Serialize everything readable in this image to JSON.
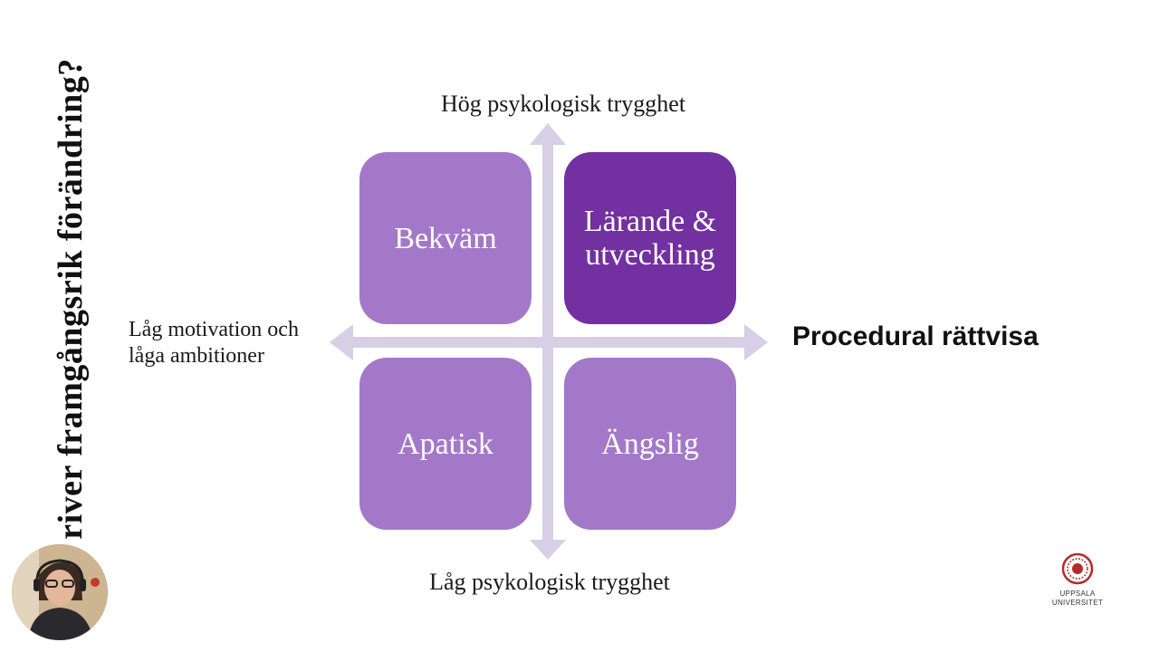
{
  "slide": {
    "vertical_title": "river framgångsrik förändring?"
  },
  "diagram": {
    "axis_top": "Hög psykologisk trygghet",
    "axis_bottom": "Låg psykologisk trygghet",
    "axis_left_lines": [
      "Låg motivation och",
      "låga ambitioner"
    ],
    "axis_right": "Procedural rättvisa",
    "quadrants": {
      "top_left": {
        "lines": [
          "Bekväm"
        ],
        "color": "#a478c8"
      },
      "top_right": {
        "lines": [
          "Lärande &",
          "utveckling"
        ],
        "color": "#7230a0"
      },
      "bottom_left": {
        "lines": [
          "Apatisk"
        ],
        "color": "#a478c8"
      },
      "bottom_right": {
        "lines": [
          "Ängslig"
        ],
        "color": "#a478c8"
      }
    },
    "arrow_color": "#d6cfe5"
  },
  "logo": {
    "lines": [
      "UPPSALA",
      "UNIVERSITET"
    ],
    "icon": "university-seal-icon",
    "color": "#b52b2b"
  },
  "webcam": {
    "icon": "presenter-video-icon"
  }
}
